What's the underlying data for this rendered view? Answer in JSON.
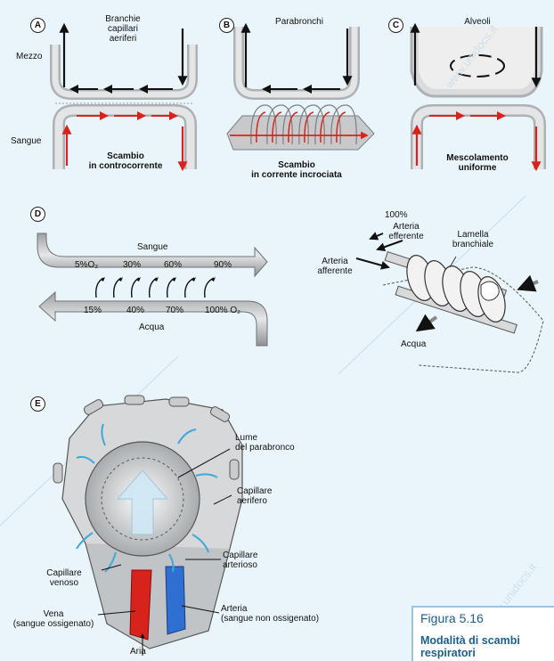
{
  "panels": {
    "A": {
      "badge": "A",
      "title": "Branchie\ncapillari\naeriferi",
      "caption": "Scambio\nin controcorrente"
    },
    "B": {
      "badge": "B",
      "title": "Parabronchi",
      "caption": "Scambio\nin corrente incrociata"
    },
    "C": {
      "badge": "C",
      "title": "Alveoli",
      "caption": "Mescolamento\nuniforme"
    },
    "D": {
      "badge": "D",
      "sangue": "Sangue",
      "acqua": "Acqua",
      "sangue_values": [
        "5%O₂",
        "30%",
        "60%",
        "90%"
      ],
      "acqua_values": [
        "15%",
        "40%",
        "70%",
        "100% O₂"
      ],
      "gill_top": "100%",
      "arteria_efferente": "Arteria\nefferente",
      "arteria_afferente": "Arteria\nafferente",
      "lamella": "Lamella\nbranchiale",
      "gill_acqua": "Acqua"
    },
    "E": {
      "badge": "E",
      "lume": "Lume\ndel parabronco",
      "capillare_aerifero": "Capillare\naerifero",
      "capillare_arterioso": "Capillare\narterioso",
      "capillare_venoso": "Capillare\nvenoso",
      "arteria": "Arteria\n(sangue non ossigenato)",
      "vena": "Vena\n(sangue ossigenato)",
      "aria": "Aria"
    }
  },
  "row_labels": {
    "mezzo": "Mezzo",
    "sangue": "Sangue"
  },
  "figure": {
    "number": "Figura 5.16",
    "title": "Modalità di scambi respiratori"
  },
  "watermark": "www.unidocs.it",
  "colors": {
    "blood": "#d8231c",
    "vein": "#2f6fd1",
    "tube": "#c7c9cb",
    "caption_text": "#1b5f8f"
  }
}
